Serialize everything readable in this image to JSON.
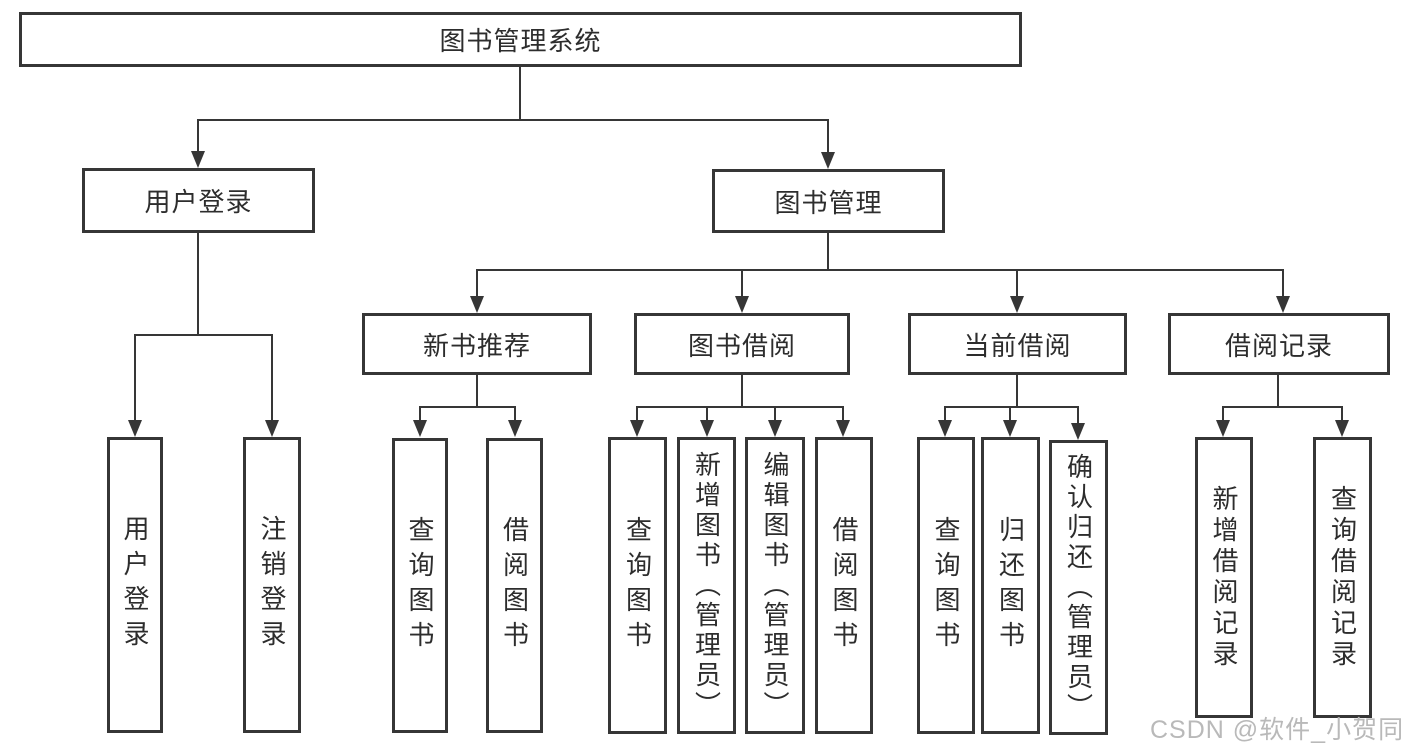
{
  "diagram": {
    "root": {
      "label": "图书管理系统"
    },
    "level2": [
      {
        "label": "用户登录",
        "children": [
          {
            "label": "用户登录"
          },
          {
            "label": "注销登录"
          }
        ]
      },
      {
        "label": "图书管理",
        "children": [
          {
            "label": "新书推荐",
            "children": [
              {
                "label": "查询图书"
              },
              {
                "label": "借阅图书"
              }
            ]
          },
          {
            "label": "图书借阅",
            "children": [
              {
                "label": "查询图书"
              },
              {
                "label": "新增图书（管理员）"
              },
              {
                "label": "编辑图书（管理员）"
              },
              {
                "label": "借阅图书"
              }
            ]
          },
          {
            "label": "当前借阅",
            "children": [
              {
                "label": "查询图书"
              },
              {
                "label": "归还图书"
              },
              {
                "label": "确认归还（管理员）"
              }
            ]
          },
          {
            "label": "借阅记录",
            "children": [
              {
                "label": "新增借阅记录"
              },
              {
                "label": "查询借阅记录"
              }
            ]
          }
        ]
      }
    ]
  },
  "watermark": {
    "text": "CSDN @软件_小贺同学"
  },
  "colors": {
    "line": "#363636",
    "box_border": "#363636",
    "text": "#2d2d2d",
    "watermark": "#b9b9b9",
    "background": "#ffffff"
  }
}
